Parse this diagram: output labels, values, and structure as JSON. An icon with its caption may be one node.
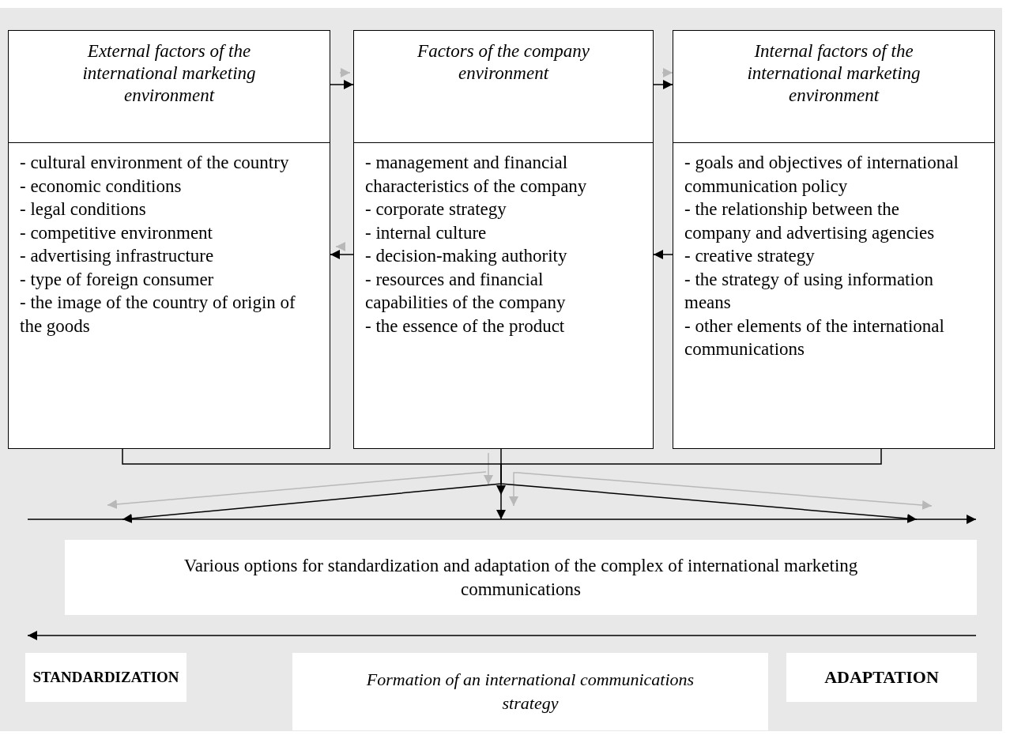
{
  "diagram": {
    "nodes": [
      {
        "text": [
          "External factors of the international marketing environment",
          "- cultural environment of the country",
          "- economic conditions",
          "- legal conditions",
          "- competitive environment",
          "- advertising infrastructure",
          "- type of foreign consumer",
          "- the image of the country of origin of the goods"
        ]
      },
      {
        "text": [
          "Factors of the company environment",
          "- management and financial characteristics of the company",
          "- corporate strategy",
          "- internal culture",
          "- decision-making authority",
          "- resources and financial capabilities of the company",
          "- the essence of the product"
        ]
      },
      {
        "text": [
          "Internal factors of the international marketing environment",
          "- goals and objectives of international communication policy",
          "- the relationship between the company and advertising agencies",
          "- creative strategy",
          "- the strategy of using information means",
          "- other elements of the international communications"
        ]
      },
      {
        "text": [
          "Various options for standardization and adaptation of the complex of international marketing communications"
        ]
      },
      {
        "text": [
          "STANDARDIZATION"
        ]
      },
      {
        "text": [
          "Formation of an international communications strategy"
        ]
      },
      {
        "text": [
          "ADAPTATION"
        ]
      }
    ],
    "edges": [
      {
        "from": 0,
        "to": 1,
        "arrow": "to"
      },
      {
        "from": 1,
        "to": 2,
        "arrow": "to"
      },
      {
        "from": 1,
        "to": 0,
        "arrow": "to"
      },
      {
        "from": 2,
        "to": 1,
        "arrow": "to"
      },
      {
        "from": 0,
        "to": 3,
        "arrow": "to"
      },
      {
        "from": 1,
        "to": 3,
        "arrow": "to"
      },
      {
        "from": 2,
        "to": 3,
        "arrow": "to"
      }
    ]
  }
}
